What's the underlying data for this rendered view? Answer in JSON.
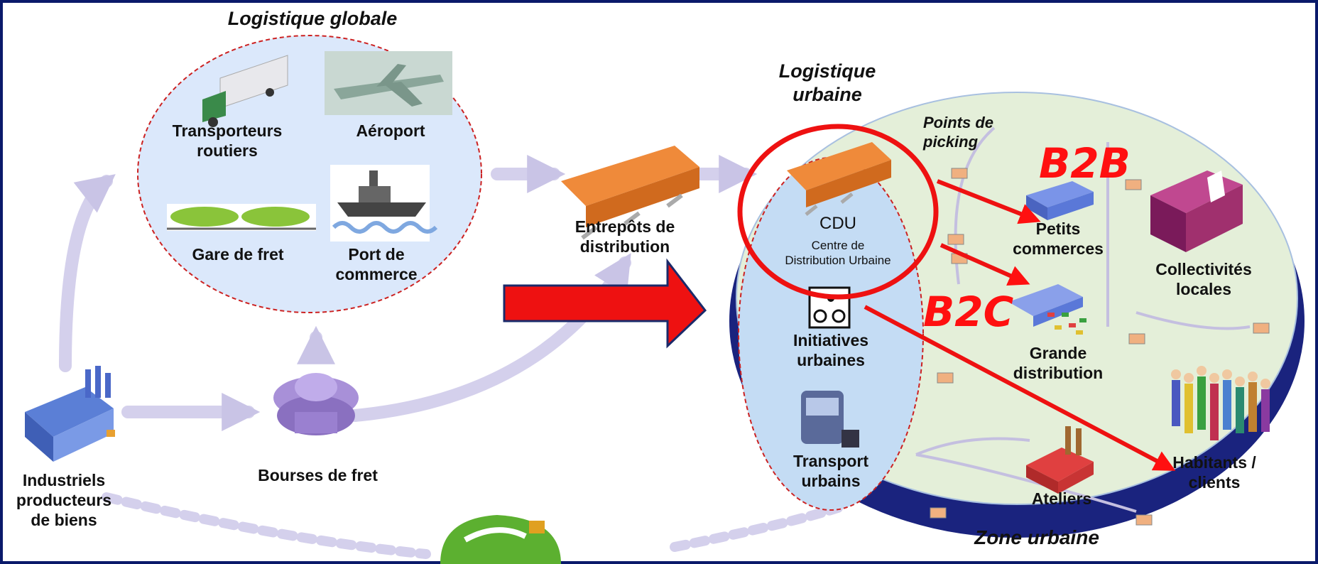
{
  "colors": {
    "frame": "#0a1a6a",
    "accent_red": "#ff1010",
    "arrow_light": "#c9c4e6",
    "globe_blue": "#dbe8fb",
    "urban_green": "#e4efd9",
    "disk_dark": "#1a237e"
  },
  "global_logistics": {
    "title": "Logistique globale",
    "road_carriers": "Transporteurs\nroutiers",
    "airport": "Aéroport",
    "freight_station": "Gare de fret",
    "seaport": "Port de\ncommerce"
  },
  "warehouses": "Entrepôts de\ndistribution",
  "freight_exchange": "Bourses de fret",
  "producers": "Industriels\nproducteurs\nde biens",
  "urban_logistics": {
    "title": "Logistique\nurbaine",
    "cdu": "CDU",
    "cdu_full": "Centre de\nDistribution Urbaine",
    "initiatives": "Initiatives\nurbaines",
    "transport": "Transport\nurbains"
  },
  "urban_zone": {
    "title": "Zone urbaine",
    "picking": "Points de\npicking",
    "small_shops": "Petits\ncommerces",
    "large_retail": "Grande\ndistribution",
    "local_authorities": "Collectivités\nlocales",
    "residents": "Habitants /\nclients",
    "workshops": "Ateliers"
  },
  "b2b": "B2B",
  "b2c": "B2C"
}
